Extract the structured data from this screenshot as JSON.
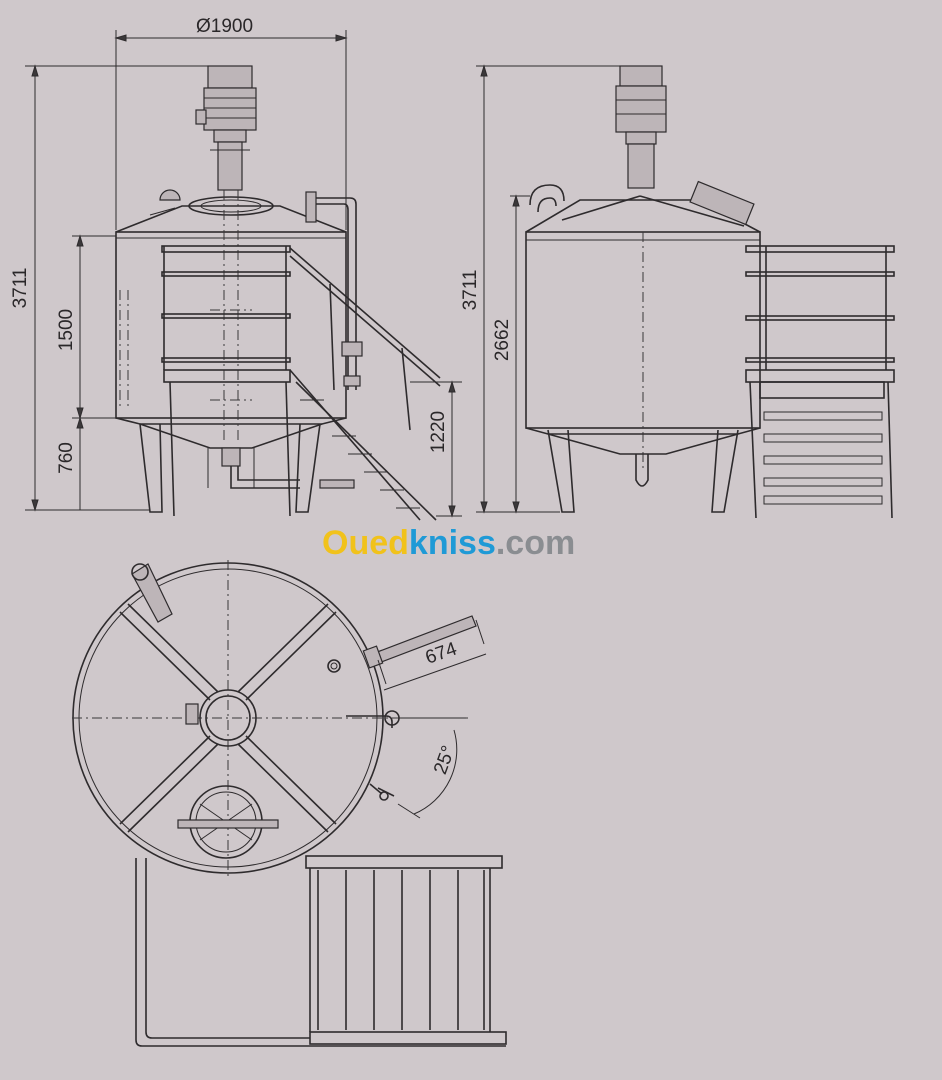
{
  "dimensions": {
    "diameter": "Ø1900",
    "total_height_front": "3711",
    "shell_height": "1500",
    "leg_height": "760",
    "platform_height": "1220",
    "total_height_side": "3711",
    "height_to_rim": "2662",
    "pipe_length": "674",
    "pipe_angle": "25°"
  },
  "watermark": {
    "part1": "Oued",
    "part2": "kniss",
    "part3": ".com"
  },
  "colors": {
    "paper": "#cfc8cb",
    "ink": "#2e2b2d",
    "wm_yellow": "#f1c21b",
    "wm_blue": "#1f9ad6",
    "wm_grey": "#8a8d91"
  }
}
